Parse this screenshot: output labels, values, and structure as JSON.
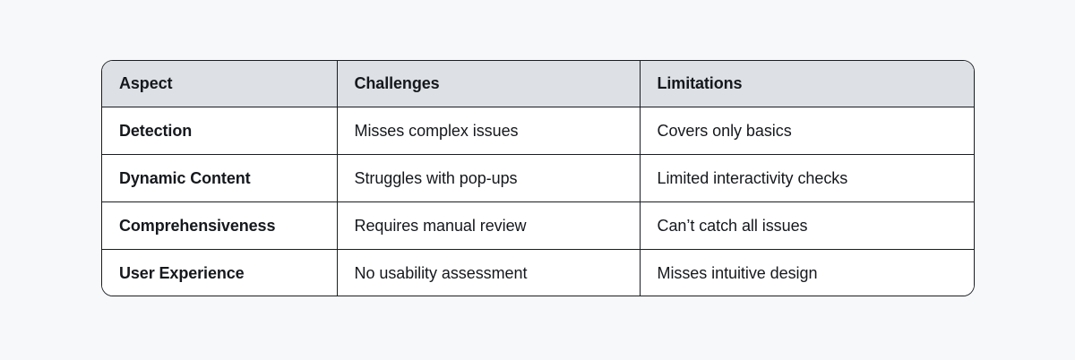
{
  "page": {
    "background_color": "#f7f8f9",
    "border_color": "#1a1d21",
    "header_background_color": "#dde1e6",
    "text_color": "#15181c",
    "cell_background_color": "#ffffff"
  },
  "table": {
    "name": "Aspect challenges and limitations comparison table",
    "columns": [
      {
        "key": "aspect",
        "label": "Aspect"
      },
      {
        "key": "challenges",
        "label": "Challenges"
      },
      {
        "key": "limitations",
        "label": "Limitations"
      }
    ],
    "rows": [
      {
        "aspect": "Detection",
        "challenges": "Misses complex issues",
        "limitations": "Covers only basics"
      },
      {
        "aspect": "Dynamic Content",
        "challenges": "Struggles with pop-ups",
        "limitations": "Limited interactivity checks"
      },
      {
        "aspect": "Comprehensiveness",
        "challenges": "Requires manual review",
        "limitations": "Can’t catch all issues"
      },
      {
        "aspect": "User Experience",
        "challenges": "No usability assessment",
        "limitations": "Misses intuitive design"
      }
    ]
  }
}
